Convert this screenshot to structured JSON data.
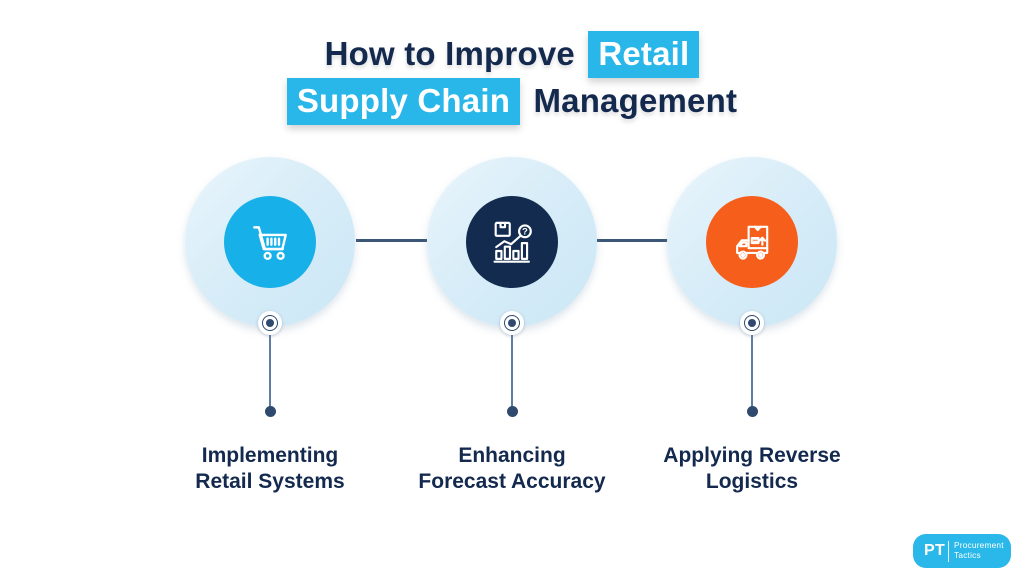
{
  "title": {
    "line1_plain": "How to Improve",
    "line1_highlight": "Retail",
    "line2_highlight": "Supply Chain",
    "line2_plain": "Management"
  },
  "steps": [
    {
      "label_line1": "Implementing",
      "label_line2": "Retail Systems",
      "icon": "shopping-cart-icon",
      "circle_color": "#18b0e8"
    },
    {
      "label_line1": "Enhancing",
      "label_line2": "Forecast Accuracy",
      "icon": "forecast-accuracy-icon",
      "circle_color": "#122b4f"
    },
    {
      "label_line1": "Applying Reverse",
      "label_line2": "Logistics",
      "icon": "reverse-logistics-truck-icon",
      "circle_color": "#f65e1b"
    }
  ],
  "logo": {
    "abbr": "PT",
    "name_line1": "Procurement",
    "name_line2": "Tactics"
  },
  "colors": {
    "background": "#ffffff",
    "title_navy": "#14294e",
    "highlight_cyan": "#29b6e9",
    "pale_circle": "#d8edf8",
    "connector_line": "#3c5677",
    "vertical_line": "#5f7da0",
    "node_dot": "#2f4a6e",
    "logo_cyan": "#29b8e9"
  }
}
